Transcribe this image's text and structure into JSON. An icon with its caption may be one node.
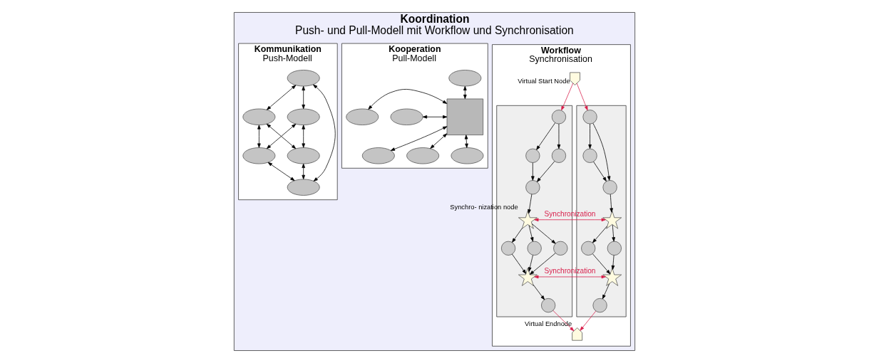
{
  "diagram": {
    "nodes": [
      {
        "text": [
          "Koordination",
          "Push- und Pull-Modell mit Workflow und Synchronisation"
        ]
      },
      {
        "text": [
          "Kommunikation",
          "Push-Modell"
        ],
        "in": 0
      },
      {
        "text": [],
        "shape": "ellipse",
        "in": 1
      },
      {
        "text": [],
        "shape": "ellipse",
        "in": 1
      },
      {
        "text": [],
        "shape": "ellipse",
        "in": 1
      },
      {
        "text": [],
        "shape": "ellipse",
        "in": 1
      },
      {
        "text": [],
        "shape": "ellipse",
        "in": 1
      },
      {
        "text": [],
        "shape": "ellipse",
        "in": 1
      },
      {
        "text": [
          "Kooperation",
          "Pull-Modell"
        ],
        "in": 0
      },
      {
        "text": [],
        "shape": "ellipse",
        "in": 8
      },
      {
        "text": [],
        "shape": "ellipse",
        "in": 8
      },
      {
        "text": [],
        "shape": "ellipse",
        "in": 8
      },
      {
        "text": [],
        "shape": "box",
        "in": 8
      },
      {
        "text": [],
        "shape": "ellipse",
        "in": 8
      },
      {
        "text": [],
        "shape": "ellipse",
        "in": 8
      },
      {
        "text": [],
        "shape": "ellipse",
        "in": 8
      },
      {
        "text": [
          "Workflow",
          "Synchronisation"
        ],
        "in": 0
      },
      {
        "text": [],
        "shape": "box",
        "in": 16
      },
      {
        "text": [],
        "shape": "circle",
        "in": 17
      },
      {
        "text": [],
        "shape": "circle",
        "in": 17
      },
      {
        "text": [],
        "shape": "circle",
        "in": 17
      },
      {
        "text": [],
        "shape": "circle",
        "in": 17
      },
      {
        "text": [],
        "shape": "star",
        "in": 17,
        "beside": [
          "Synchro- nization node"
        ]
      },
      {
        "text": [],
        "shape": "circle",
        "in": 17
      },
      {
        "text": [],
        "shape": "circle",
        "in": 17
      },
      {
        "text": [],
        "shape": "circle",
        "in": 17
      },
      {
        "text": [],
        "shape": "star",
        "in": 17
      },
      {
        "text": [],
        "shape": "circle",
        "in": 17
      },
      {
        "text": [],
        "shape": "arrow",
        "in": 16,
        "beside": [
          "Virtual Start Node"
        ]
      },
      {
        "text": [],
        "shape": "box",
        "in": 16
      },
      {
        "text": [],
        "shape": "circle",
        "in": 29
      },
      {
        "text": [],
        "shape": "circle",
        "in": 29
      },
      {
        "text": [],
        "shape": "circle",
        "in": 29
      },
      {
        "text": [],
        "shape": "star",
        "in": 29
      },
      {
        "text": [],
        "shape": "circle",
        "in": 29
      },
      {
        "text": [],
        "shape": "circle",
        "in": 29
      },
      {
        "text": [],
        "shape": "star",
        "in": 29
      },
      {
        "text": [],
        "shape": "circle",
        "in": 29
      },
      {
        "text": [],
        "shape": "arrow",
        "in": 16,
        "beside": [
          "Virtual Endnode"
        ]
      }
    ],
    "edges": [
      {
        "from": 2,
        "to": 3,
        "arrow": "both"
      },
      {
        "from": 2,
        "to": 4,
        "arrow": "both"
      },
      {
        "from": 2,
        "to": 7,
        "arrow": "both"
      },
      {
        "from": 3,
        "to": 5,
        "arrow": "both"
      },
      {
        "from": 4,
        "to": 6,
        "arrow": "both"
      },
      {
        "from": 3,
        "to": 6,
        "arrow": "both"
      },
      {
        "from": 4,
        "to": 5,
        "arrow": "both"
      },
      {
        "from": 5,
        "to": 7,
        "arrow": "both"
      },
      {
        "from": 6,
        "to": 7,
        "arrow": "both"
      },
      {
        "from": 9,
        "to": 12,
        "arrow": "both"
      },
      {
        "from": 10,
        "to": 12,
        "arrow": "both"
      },
      {
        "from": 11,
        "to": 12,
        "arrow": "both"
      },
      {
        "from": 12,
        "to": 13,
        "arrow": "both"
      },
      {
        "from": 12,
        "to": 14,
        "arrow": "both"
      },
      {
        "from": 12,
        "to": 15,
        "arrow": "both"
      },
      {
        "from": 18,
        "to": 19,
        "arrow": "to"
      },
      {
        "from": 18,
        "to": 20,
        "arrow": "to"
      },
      {
        "from": 19,
        "to": 21,
        "arrow": "to"
      },
      {
        "from": 20,
        "to": 21,
        "arrow": "to"
      },
      {
        "from": 21,
        "to": 22,
        "arrow": "to"
      },
      {
        "from": 22,
        "to": 23,
        "arrow": "to"
      },
      {
        "from": 22,
        "to": 24,
        "arrow": "to"
      },
      {
        "from": 22,
        "to": 25,
        "arrow": "to"
      },
      {
        "from": 23,
        "to": 26,
        "arrow": "to"
      },
      {
        "from": 24,
        "to": 26,
        "arrow": "to"
      },
      {
        "from": 25,
        "to": 26,
        "arrow": "to"
      },
      {
        "from": 26,
        "to": 27,
        "arrow": "to"
      },
      {
        "from": 30,
        "to": 32,
        "arrow": "to"
      },
      {
        "from": 30,
        "to": 31,
        "arrow": "to"
      },
      {
        "from": 31,
        "to": 32,
        "arrow": "to"
      },
      {
        "from": 32,
        "to": 33,
        "arrow": "to"
      },
      {
        "from": 33,
        "to": 34,
        "arrow": "to"
      },
      {
        "from": 33,
        "to": 35,
        "arrow": "to"
      },
      {
        "from": 34,
        "to": 36,
        "arrow": "to"
      },
      {
        "from": 35,
        "to": 36,
        "arrow": "to"
      },
      {
        "from": 36,
        "to": 37,
        "arrow": "to"
      },
      {
        "from": 28,
        "to": 18,
        "arrow": "to",
        "color": "#d81e4a"
      },
      {
        "from": 28,
        "to": 30,
        "arrow": "to",
        "color": "#d81e4a"
      },
      {
        "from": 22,
        "to": 33,
        "arrow": "both",
        "label": "Synchronization",
        "color": "#d81e4a"
      },
      {
        "from": 26,
        "to": 36,
        "arrow": "both",
        "label": "Synchronization",
        "color": "#d81e4a"
      },
      {
        "from": 27,
        "to": 38,
        "arrow": "to",
        "color": "#d81e4a"
      },
      {
        "from": 37,
        "to": 38,
        "arrow": "to",
        "color": "#d81e4a"
      }
    ]
  }
}
